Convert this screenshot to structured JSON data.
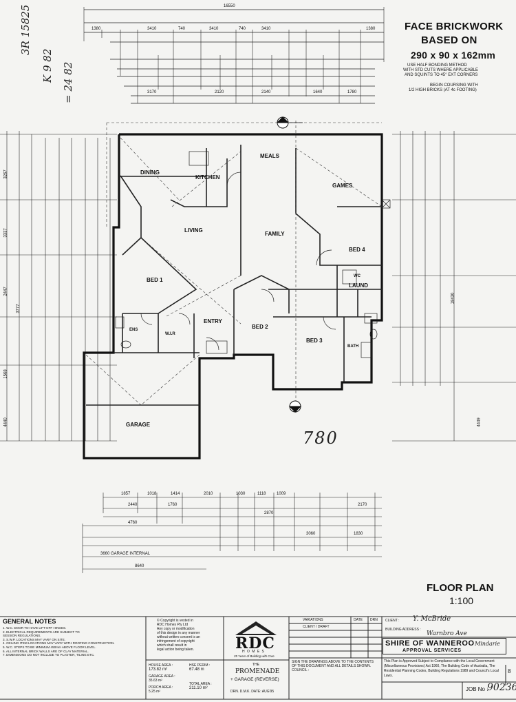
{
  "sheet": {
    "title_lines": [
      "FACE BRICKWORK",
      "BASED ON",
      "290 x 90 x 162mm"
    ],
    "title_notes": [
      "USE HALF BONDING METHOD",
      "WITH STD CUTS WHERE APPLICABLE",
      "AND SQUINTS TO 45° EXT CORNERS"
    ],
    "coursing_notes": [
      "BEGIN COURSING WITH",
      "1/2 HIGH BRICKS (AT 4c FOOTING)"
    ],
    "plan_title": "FLOOR PLAN",
    "plan_scale": "1:100",
    "handwritten_dims": [
      "3R 15825",
      "K 9 82",
      "= 24 82"
    ],
    "handwritten_area": "780",
    "section_marker": "A"
  },
  "rooms": {
    "dining": "DINING",
    "kitchen": "KITCHEN",
    "meals": "MEALS",
    "games": "GAMES",
    "living": "LIVING",
    "family": "FAMILY",
    "bed1": "BED 1",
    "bed2": "BED 2",
    "bed3": "BED 3",
    "bed4": "BED 4",
    "laund": "LAUND",
    "ens": "ENS",
    "wir": "W.I.R",
    "entry": "ENTRY",
    "bath": "BATH",
    "garage": "GARAGE",
    "wc": "WC"
  },
  "dims": {
    "top_overall": "16550",
    "top_row1": [
      "1380",
      "3410",
      "740",
      "3410",
      "740",
      "3410",
      "1380"
    ],
    "top_row2": [
      "3170",
      "2120",
      "2140",
      "1640",
      "1780"
    ],
    "bottom_row1": [
      "1857",
      "1018",
      "1414",
      "2010",
      "1030",
      "1118",
      "1009"
    ],
    "bottom_row2": [
      "2440",
      "1760",
      "2870",
      "2170"
    ],
    "bottom_row3": [
      "4760",
      "3060",
      "1830"
    ],
    "garage_internal": "3660 GARAGE INTERNAL",
    "bottom_total": "8640",
    "left_side": [
      "3267",
      "3337",
      "2447",
      "3777",
      "1568",
      "4440"
    ],
    "right_side": [
      "18430",
      "4449"
    ]
  },
  "general_notes": {
    "heading": "GENERAL NOTES",
    "items": [
      "1. W.C. DOOR TO HAVE LIFT-OFF HINGES.",
      "2. ELECTRICAL REQUIREMENTS ARE SUBJECT TO",
      "   SESSION REGULATIONS.",
      "3. S.W.P. LOCATIONS MAY VARY ON SITE.",
      "4. CEILING ITEM LOCATIONS MAY VARY WITH ROOFING CONSTRUCTION.",
      "5. W.C. STEPS TO BE MINIMUM 450mm ABOVE FLOOR LEVEL.",
      "6. ALL INTERNAL BRICK WALLS ARE OF CLAY MATERIAL.",
      "7. DIMENSIONS DO NOT INCLUDE TO PLASTER, TILING ETC."
    ]
  },
  "copyright": [
    "© Copyright is vested in",
    "RDC Homes Pty Ltd",
    "Any copy or modification",
    "of this design in any manner",
    "without written consent is an",
    "infringement of copyright",
    "which shall result in",
    "legal action being taken."
  ],
  "areas": {
    "house_area_label": "HOUSE AREA :",
    "house_area": "173.82 m²",
    "garage_area_label": "GARAGE AREA :",
    "garage_area": "35.63 m²",
    "porch_area_label": "PORCH AREA :",
    "porch_area": "5.25 m²",
    "perimeter_label": "HSE PERIM :",
    "perimeter": "67.48 m",
    "total_label": "TOTAL AREA :",
    "total": "211.10 m²"
  },
  "brand": {
    "logo_text": "RDC",
    "logo_sub": "H O M E S",
    "tagline": "35 Years of Building with Care",
    "model_prefix": "THE",
    "model": "PROMENADE",
    "model_variant": "+ GARAGE (REVERSE)",
    "drafter": "DRN. D.M.K. DATE: AUG'95"
  },
  "variations": {
    "header": "VARIATIONS",
    "col_client": "CLIENT / DRAFT",
    "col_date": "DATE",
    "col_draft": "DRN"
  },
  "signoff": [
    "SIGN THE DRAWINGS ABOVE TO THE CONTENTS",
    "OF THIS DOCUMENT AND ALL DETAILS SHOWN."
  ],
  "client": {
    "label": "CLIENT :",
    "handwritten": "Y. McBride",
    "address_label": "BUILDING ADDRESS :",
    "address_hand": "Warnbro Ave",
    "council_label": "COUNCIL :"
  },
  "stamp": {
    "line1": "SHIRE OF WANNEROO",
    "suburb_hand": "Mindarie",
    "line2": "APPROVAL SERVICES",
    "body": "This Plan is Approved Subject to Compliance with the Local Government (Miscellaneous Provisions) Act 1960, The Building Code of Australia, The Residential Planning Codes, Building Regulations 1989 and Council's Local Laws."
  },
  "job": {
    "label": "JOB No :",
    "number": "90236",
    "sheet": "8"
  }
}
